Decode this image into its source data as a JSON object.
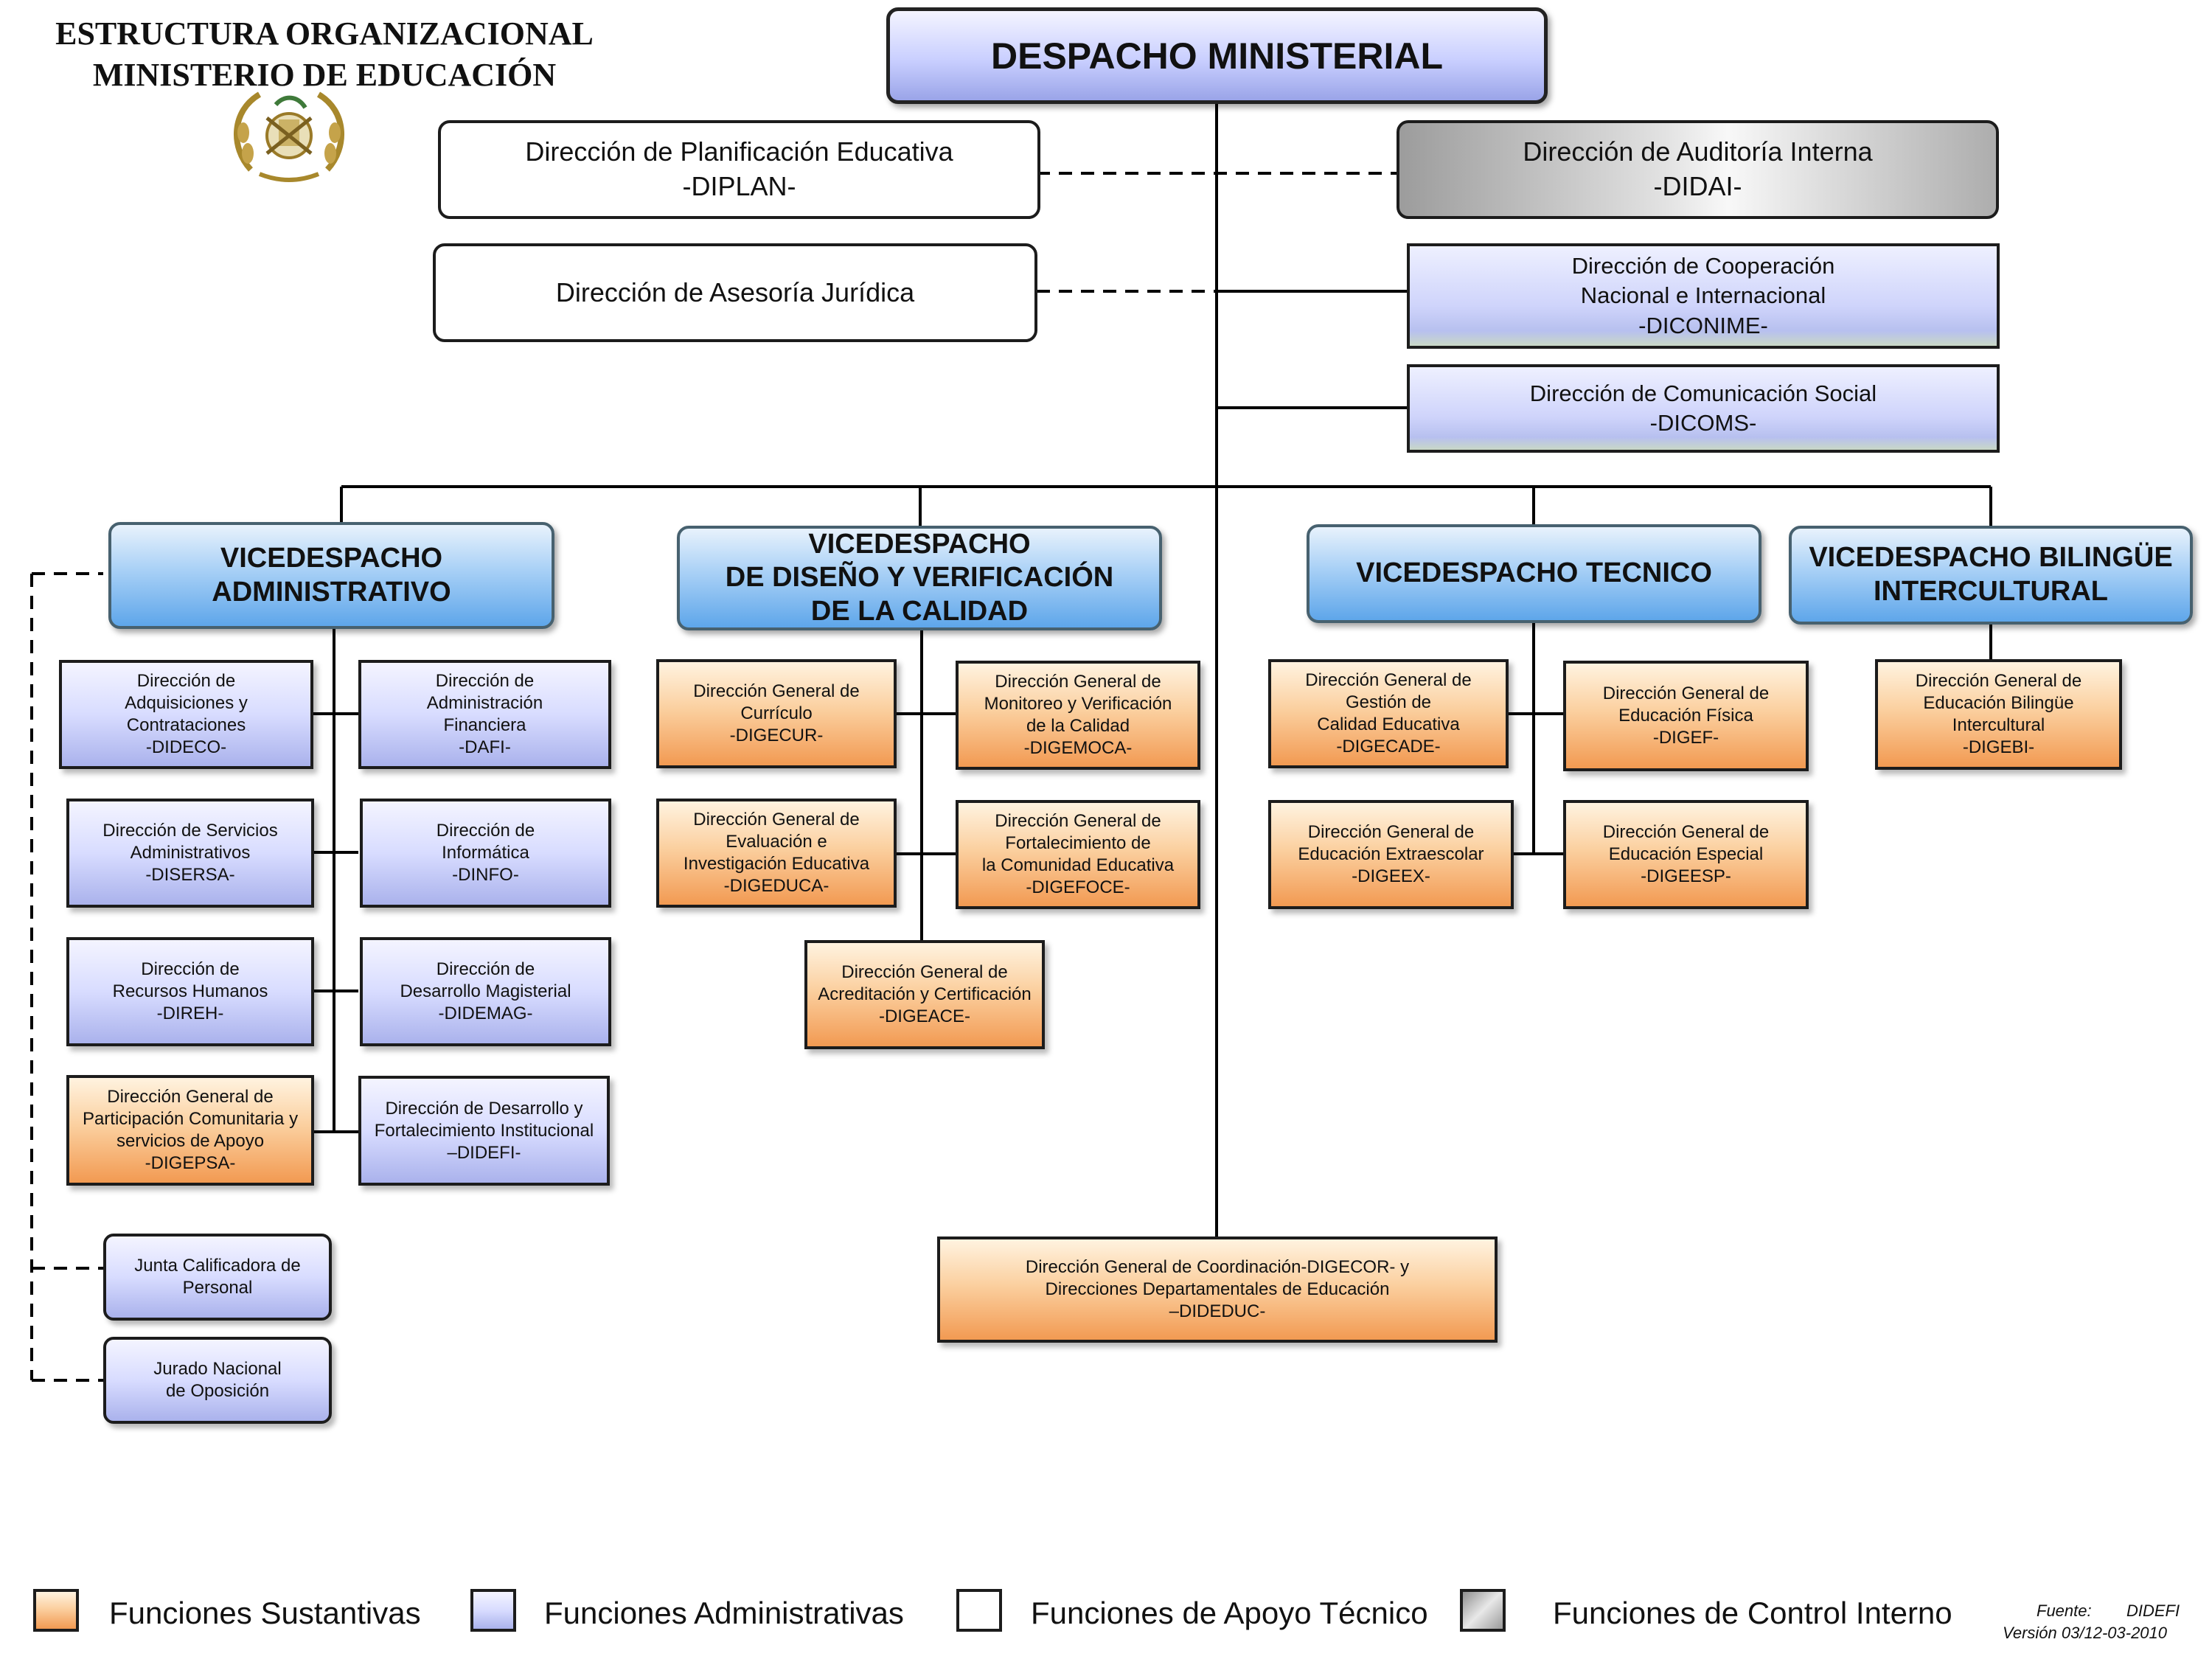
{
  "header": {
    "title_line1": "ESTRUCTURA ORGANIZACIONAL",
    "title_line2": "MINISTERIO DE EDUCACIÓN",
    "emblem_icon": "guatemala-coat-of-arms-icon"
  },
  "top": {
    "despacho": "DESPACHO MINISTERIAL",
    "diplan": [
      "Dirección de Planificación Educativa",
      "-DIPLAN-"
    ],
    "didai": [
      "Dirección de  Auditoría Interna",
      "-DIDAI-"
    ],
    "juridica": [
      "Dirección de Asesoría Jurídica"
    ],
    "diconime": [
      "Dirección de Cooperación",
      "Nacional e Internacional",
      "-DICONIME-"
    ],
    "dicoms": [
      "Dirección de Comunicación Social",
      "-DICOMS-"
    ]
  },
  "vice": {
    "administrativo": [
      "VICEDESPACHO",
      "ADMINISTRATIVO"
    ],
    "calidad": [
      "VICEDESPACHO",
      "DE DISEÑO Y VERIFICACIÓN",
      "DE LA CALIDAD"
    ],
    "tecnico": [
      "VICEDESPACHO TECNICO"
    ],
    "bilingue": [
      "VICEDESPACHO BILINGÜE",
      "INTERCULTURAL"
    ]
  },
  "admin_units": {
    "dideco": [
      "Dirección  de",
      "Adquisiciones y",
      "Contrataciones",
      "-DIDECO-"
    ],
    "dafi": [
      "Dirección de",
      "Administración",
      "Financiera",
      "-DAFI-"
    ],
    "disersa": [
      "Dirección de Servicios",
      "Administrativos",
      "-DISERSA-"
    ],
    "dinfo": [
      "Dirección de",
      "Informática",
      "-DINFO-"
    ],
    "direh": [
      "Dirección de",
      "Recursos Humanos",
      "-DIREH-"
    ],
    "didemag": [
      "Dirección de",
      "Desarrollo  Magisterial",
      "-DIDEMAG-"
    ],
    "digepsa": [
      "Dirección General de",
      "Participación Comunitaria y",
      "servicios de Apoyo",
      "-DIGEPSA-"
    ],
    "didefi": [
      "Dirección de Desarrollo y",
      "Fortalecimiento Institucional",
      "–DIDEFI-"
    ],
    "junta": [
      "Junta Calificadora de",
      "Personal"
    ],
    "jurado": [
      "Jurado Nacional",
      "de Oposición"
    ]
  },
  "calidad_units": {
    "digecur": [
      "Dirección General de",
      "Currículo",
      "-DIGECUR-"
    ],
    "digemoca": [
      "Dirección General de",
      "Monitoreo y Verificación",
      "de la Calidad",
      "-DIGEMOCA-"
    ],
    "digeduca": [
      "Dirección General de",
      "Evaluación e",
      "Investigación Educativa",
      "-DIGEDUCA-"
    ],
    "digefoce": [
      "Dirección General de",
      "Fortalecimiento de",
      "la Comunidad Educativa",
      "-DIGEFOCE-"
    ],
    "digeace": [
      "Dirección General de",
      "Acreditación y Certificación",
      "-DIGEACE-"
    ]
  },
  "tecnico_units": {
    "digecade": [
      "Dirección General de",
      "Gestión  de",
      "Calidad Educativa",
      "-DIGECADE-"
    ],
    "digef": [
      "Dirección General de",
      "Educación Física",
      "-DIGEF-"
    ],
    "digeex": [
      "Dirección General de",
      "Educación Extraescolar",
      "-DIGEEX-"
    ],
    "digeesp": [
      "Dirección General de",
      "Educación Especial",
      "-DIGEESP-"
    ]
  },
  "bilingue_units": {
    "digebi": [
      "Dirección General de",
      "Educación Bilingüe",
      "Intercultural",
      "-DIGEBI-"
    ]
  },
  "digecor": [
    "Dirección General de Coordinación-DIGECOR-   y",
    "Direcciones Departamentales de Educación",
    "–DIDEDUC-"
  ],
  "legend": {
    "sustantivas": "Funciones  Sustantivas",
    "administrativas": "Funciones  Administrativas",
    "apoyo": "Funciones de Apoyo Técnico",
    "control": "Funciones de Control Interno"
  },
  "source": {
    "fuente_label": "Fuente:",
    "fuente_value": "DIDEFI",
    "version": "Versión 03/12-03-2010"
  },
  "colors": {
    "sustantivas": "#f6a865",
    "administrativas": "#c5cbf8",
    "vicedespacho": "#6aaef0",
    "control": "#c0c0c0",
    "lines": "#000000"
  }
}
